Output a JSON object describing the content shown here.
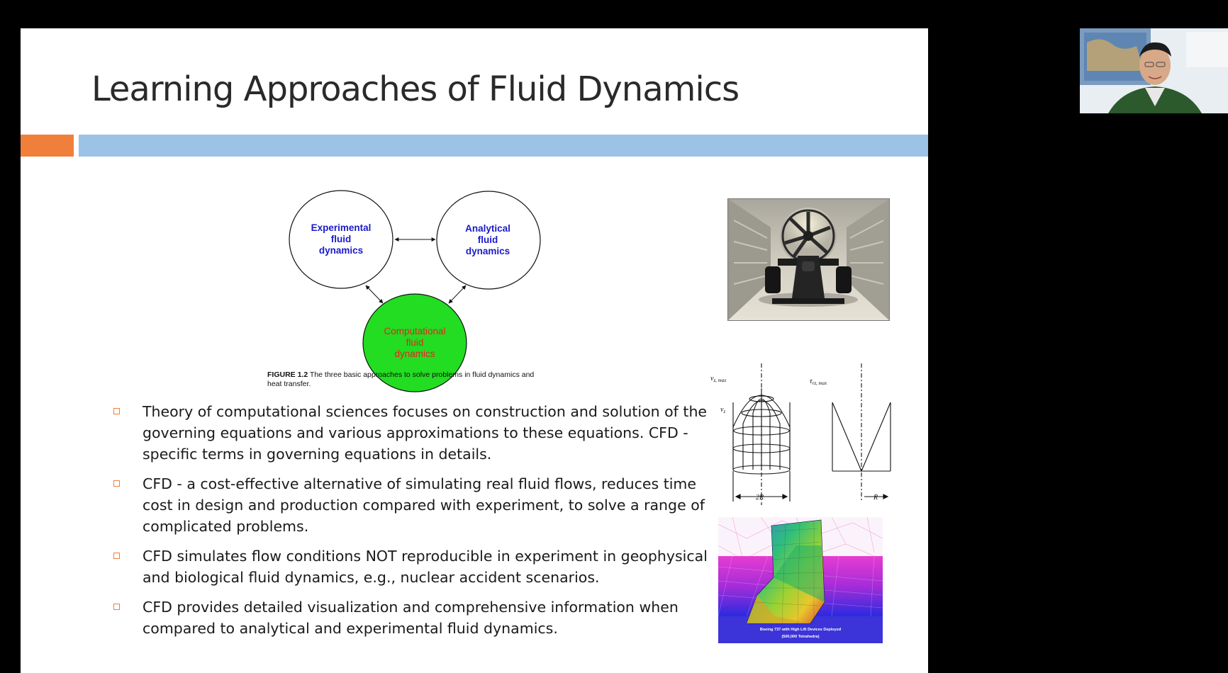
{
  "slide": {
    "title": "Learning Approaches of Fluid Dynamics",
    "diagram": {
      "experimental": [
        "Experimental",
        "fluid",
        "dynamics"
      ],
      "analytical": [
        "Analytical",
        "fluid",
        "dynamics"
      ],
      "computational": [
        "Computational",
        "fluid",
        "dynamics"
      ],
      "caption_label": "FIGURE 1.2",
      "caption_text": " The three basic approaches to solve problems in fluid dynamics and heat transfer."
    },
    "bullets": [
      "Theory of computational sciences focuses on construction and solution of the governing equations and various approximations to these equations. CFD - specific terms in governing equations in details.",
      "CFD - a cost-effective alternative of simulating real fluid flows, reduces time cost in design and production compared with experiment, to solve a range of complicated problems.",
      "CFD simulates flow conditions NOT reproducible in experiment in geophysical and biological fluid dynamics, e.g., nuclear accident scenarios.",
      "CFD provides detailed visualization and comprehensive information when compared to analytical and experimental fluid dynamics."
    ],
    "profile_labels": {
      "v_max": "v",
      "v_max_sub": "z, max",
      "v": "v",
      "v_sub": "z",
      "tau_max": "τ",
      "tau_max_sub": "rz, max",
      "two_r": "2R",
      "r": "R"
    },
    "mesh_caption": [
      "Boeing 737 with High Lift Devices Deployed",
      "(500,000 Tetrahedra)"
    ]
  },
  "colors": {
    "accent_orange": "#f07f3c",
    "accent_blue": "#9cc3e6",
    "label_blue": "#1a1acc",
    "label_red": "#e8231e",
    "cfd_green": "#22dd22"
  },
  "icons": [
    "bullet-square-icon",
    "double-arrow-icon"
  ]
}
